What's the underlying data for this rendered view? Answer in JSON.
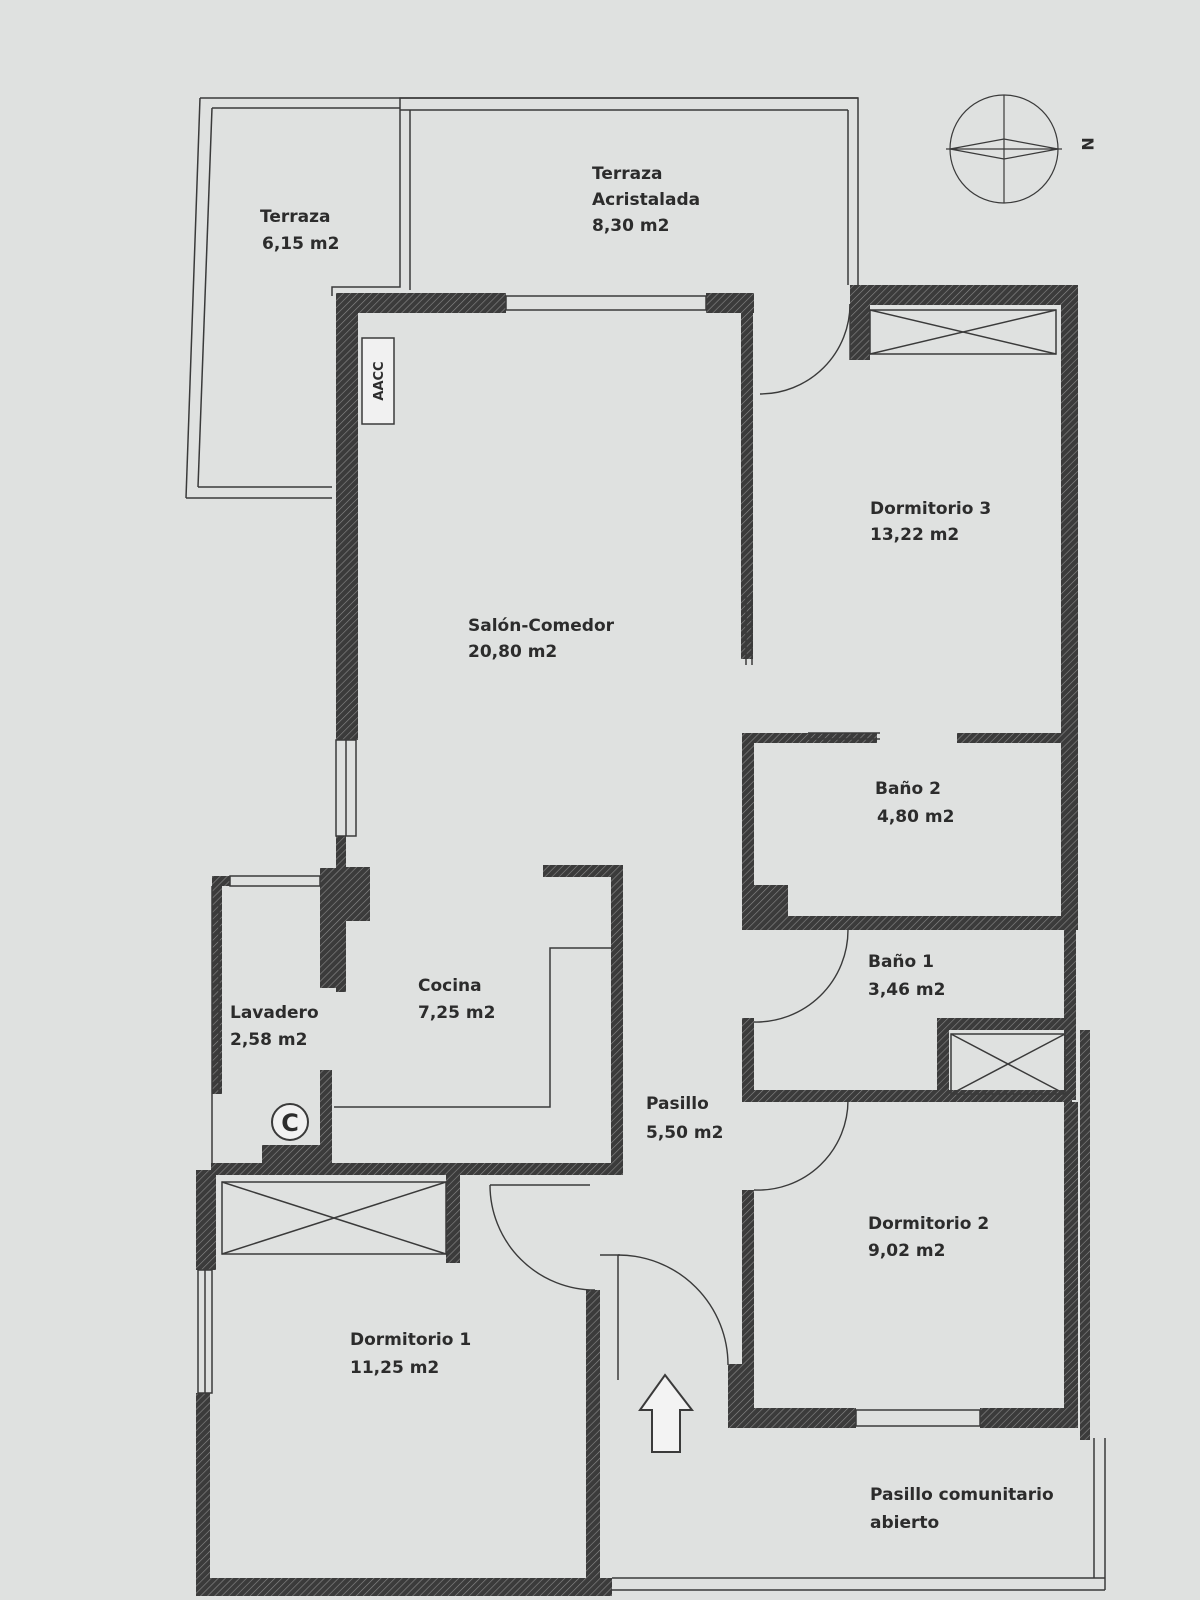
{
  "colors": {
    "paper": "#dfe1e0",
    "wall": "#3b3b3b",
    "line": "#3a3a3a"
  },
  "rooms": {
    "terraza": {
      "name": "Terraza",
      "area": "6,15 m2"
    },
    "terraza_acristalada": {
      "name_line1": "Terraza",
      "name_line2": "Acristalada",
      "area": "8,30 m2"
    },
    "salon_comedor": {
      "name": "Salón-Comedor",
      "area": "20,80 m2"
    },
    "dormitorio3": {
      "name": "Dormitorio 3",
      "area": "13,22 m2"
    },
    "bano2": {
      "name": "Baño 2",
      "area": "4,80 m2"
    },
    "bano1": {
      "name": "Baño 1",
      "area": "3,46 m2"
    },
    "cocina": {
      "name": "Cocina",
      "area": "7,25 m2"
    },
    "lavadero": {
      "name": "Lavadero",
      "area": "2,58 m2"
    },
    "pasillo": {
      "name": "Pasillo",
      "area": "5,50 m2"
    },
    "dormitorio2": {
      "name": "Dormitorio 2",
      "area": "9,02 m2"
    },
    "dormitorio1": {
      "name": "Dormitorio 1",
      "area": "11,25 m2"
    },
    "pasillo_comunitario": {
      "name_line1": "Pasillo comunitario",
      "name_line2": "abierto"
    }
  },
  "symbols": {
    "aacc": "AACC",
    "boiler": "C",
    "north": "N"
  },
  "icons": {
    "compass": "compass-rose-icon",
    "entrance": "entrance-arrow-icon",
    "shaft": "shaft-cross-icon"
  }
}
